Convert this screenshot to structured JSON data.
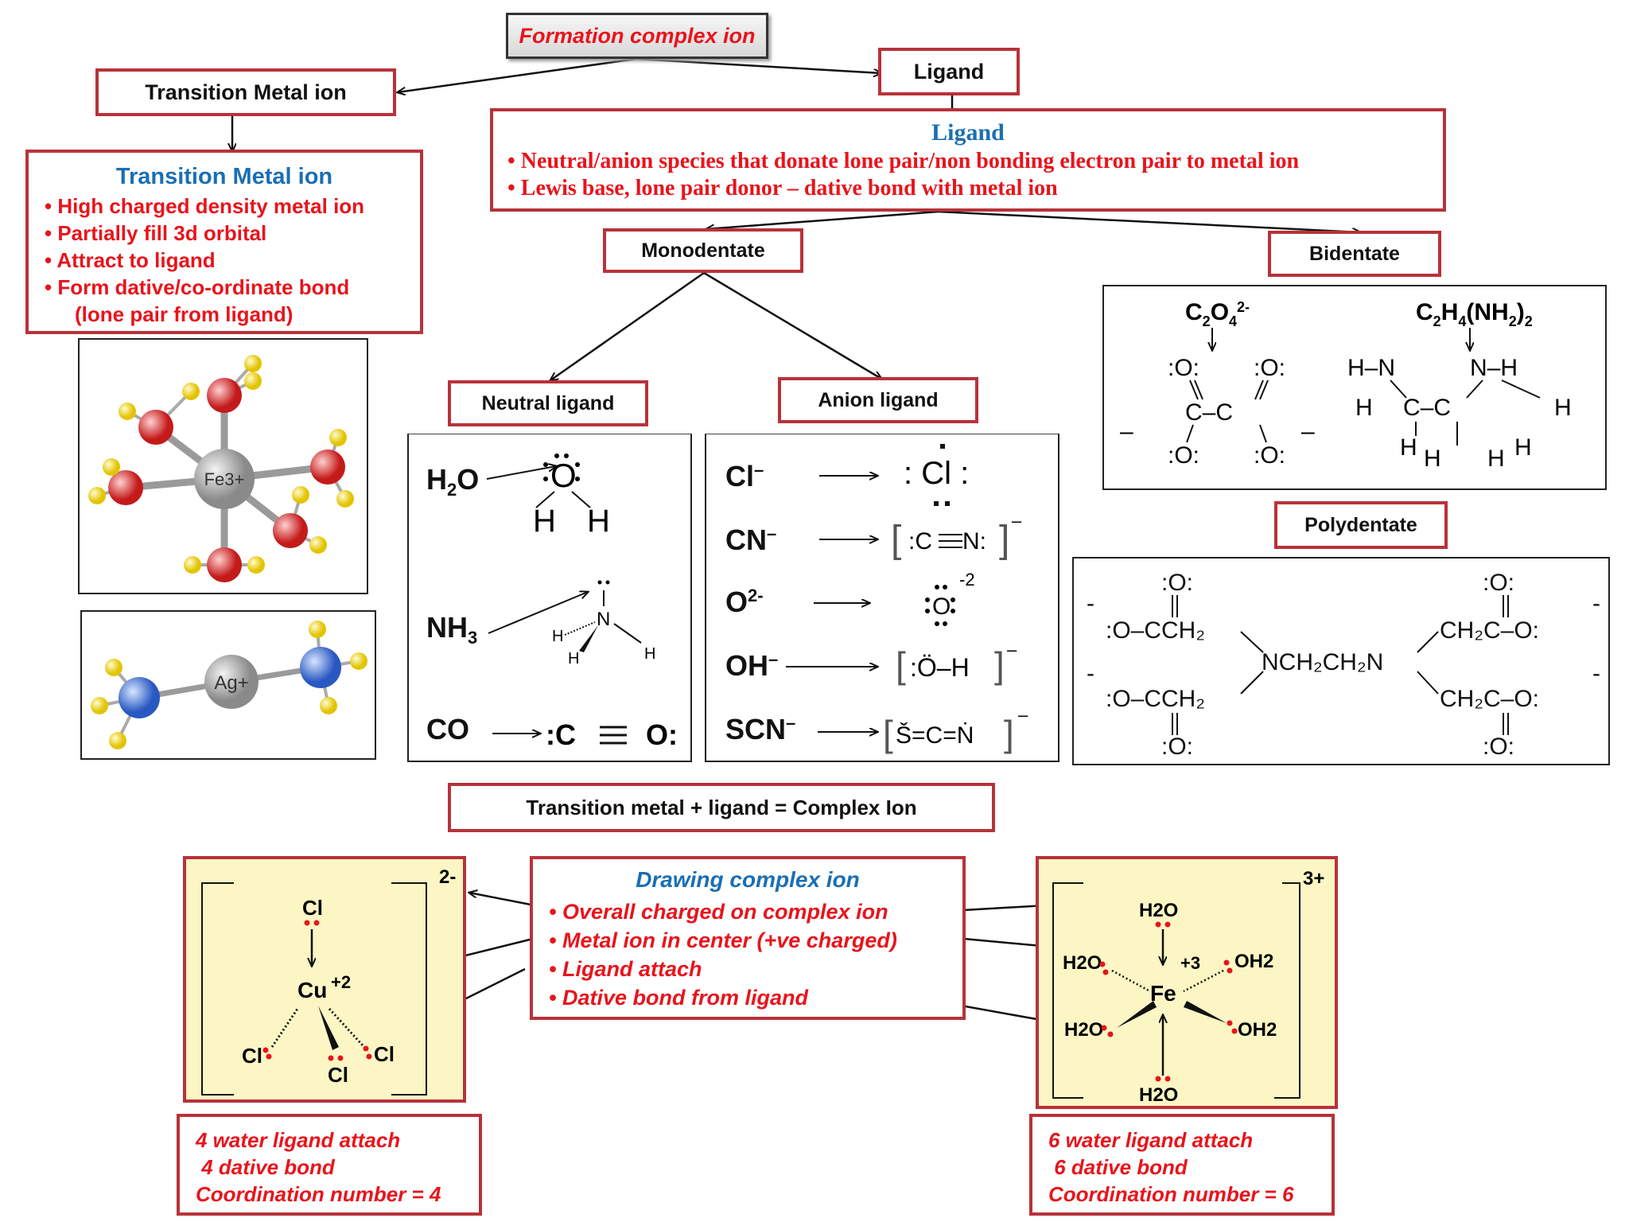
{
  "title": "Formation complex ion",
  "transition_metal": {
    "label": "Transition Metal ion",
    "heading": "Transition Metal ion",
    "points": [
      "• High charged density metal ion",
      "• Partially fill 3d orbital",
      "• Attract to ligand",
      "• Form dative/co-ordinate bond",
      "(lone pair from ligand)"
    ],
    "fe_label": "Fe3+",
    "ag_label": "Ag+"
  },
  "ligand": {
    "label": "Ligand",
    "heading": "Ligand",
    "points": [
      "• Neutral/anion species that donate  lone pair/non bonding electron pair to metal ion",
      "• Lewis base, lone pair donor – dative bond with metal ion"
    ]
  },
  "monodentate": "Monodentate",
  "bidentate": "Bidentate",
  "polydentate": "Polydentate",
  "neutral_ligand": {
    "label": "Neutral ligand",
    "items": [
      "H2O",
      "NH3",
      "CO"
    ]
  },
  "anion_ligand": {
    "label": "Anion ligand",
    "items": [
      "Cl–",
      "CN–",
      "O2-",
      "OH–",
      "SCN–"
    ]
  },
  "bidentate_examples": [
    "C2O42-",
    "C2H4(NH2)2"
  ],
  "equation": "Transition metal + ligand = Complex Ion",
  "drawing": {
    "heading": "Drawing complex ion",
    "points": [
      "• Overall charged on complex ion",
      "• Metal ion in  center (+ve charged)",
      "• Ligand attach",
      "• Dative bond from ligand"
    ]
  },
  "cu_complex": {
    "charge": "2-",
    "metal": "Cu",
    "ox": "+2",
    "ligand": "Cl",
    "note": [
      "4 water ligand attach",
      " 4 dative bond",
      "Coordination number = 4"
    ]
  },
  "fe_complex": {
    "charge": "3+",
    "metal": "Fe",
    "ox": "+3",
    "ligands": [
      "H2O",
      "H2O",
      "OH2",
      "H2O",
      "OH2",
      "H2O"
    ],
    "note": [
      "6 water ligand attach",
      " 6 dative bond",
      "Coordination number = 6"
    ]
  },
  "colors": {
    "border": "#b8323a",
    "red_text": "#e8141c",
    "blue_text": "#1a6fb4",
    "yellow_panel": "#fbf6c4"
  }
}
